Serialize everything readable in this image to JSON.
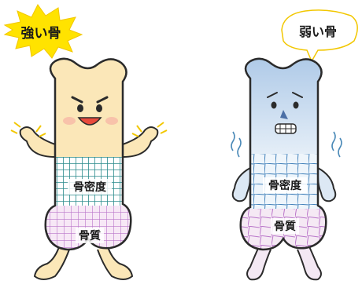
{
  "strong": {
    "title": "強い骨",
    "density_label": "骨密度",
    "quality_label": "骨質"
  },
  "weak": {
    "title": "弱い骨",
    "density_label": "骨密度",
    "quality_label": "骨質"
  },
  "colors": {
    "burst_yellow": "#ffe300",
    "strong_bone": "#fbe7b8",
    "strong_grid": "#2a8a8c",
    "quality_grid": "#b974c9",
    "weak_bone_top": "#a9c6e6",
    "weak_grid": "#3f7fb9",
    "outline": "#2b2b2b"
  }
}
